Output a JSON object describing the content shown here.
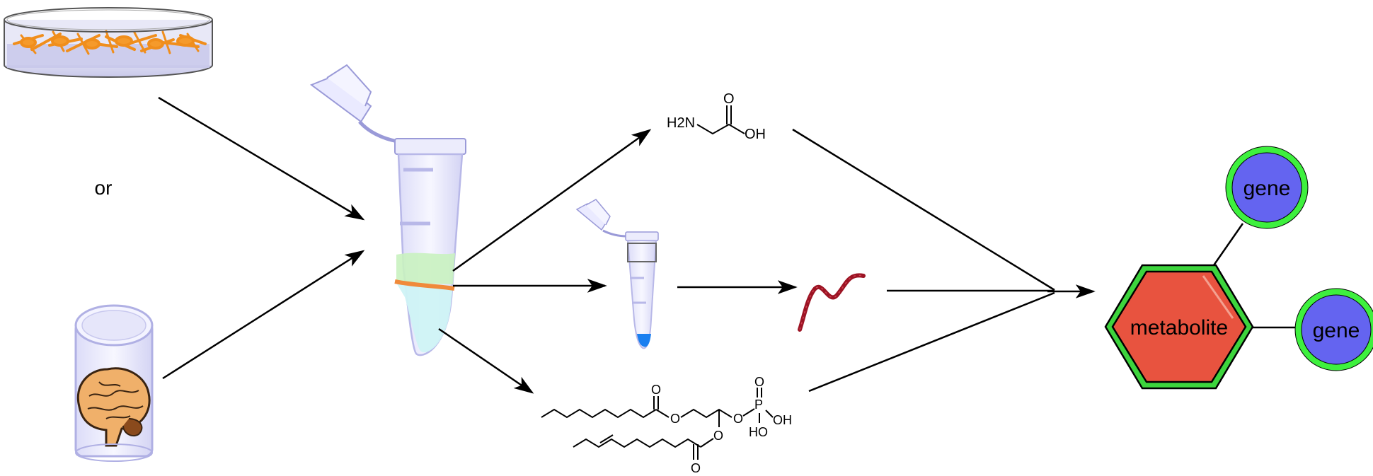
{
  "labels": {
    "or": "or",
    "metabolite": "metabolite",
    "gene_top": "gene",
    "gene_right": "gene"
  },
  "chem_labels": {
    "glycine_amine": "H2N",
    "glycine_carbonyl_o": "O",
    "glycine_hydroxyl": "OH",
    "lipid_o_top": "O",
    "lipid_o_ester1": "O",
    "lipid_o_ester2": "O",
    "lipid_o_bottom": "O",
    "lipid_o_phos": "O",
    "lipid_p": "P",
    "lipid_p_o_top": "O",
    "lipid_p_oh_right": "OH",
    "lipid_p_ho_bottom": "HO"
  },
  "colors": {
    "arrow": "#000000",
    "metabolite_fill": "#e8533f",
    "metabolite_outline": "#3dd43d",
    "gene_fill": "#6464f0",
    "gene_ring": "#3ef03e",
    "tube_fill": "#eef0ff",
    "tube_outline": "#b8b8e8",
    "cell_orange": "#f59a2b",
    "brain_fill": "#f0b06a",
    "rna_color": "#9c1424",
    "sample_band": "#f08a3a",
    "sample_green": "#c9f2c0",
    "sample_cyan": "#cff3f6",
    "small_tube_blue": "#1a7ff0"
  },
  "icons": [
    "petri-dish-icon",
    "brain-in-tube-icon",
    "microcentrifuge-tube-icon",
    "small-tube-icon",
    "rna-strand-icon",
    "glycine-structure-icon",
    "lipid-structure-icon"
  ]
}
